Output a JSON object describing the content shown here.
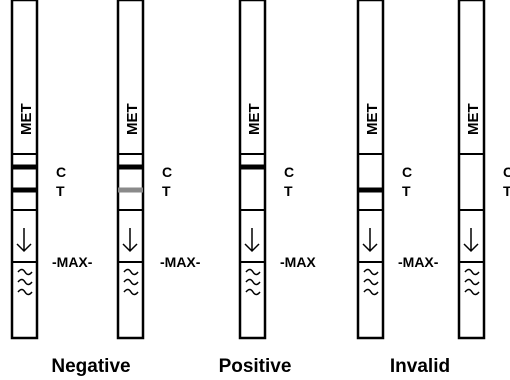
{
  "strip_text": "MET",
  "line_labels": {
    "control": "C",
    "test": "T"
  },
  "colors": {
    "line_dark": "#000000",
    "line_faint": "#8a8a8a",
    "outline": "#000000"
  },
  "strips": [
    {
      "control": true,
      "test": "dark"
    },
    {
      "control": true,
      "test": "faint"
    },
    {
      "control": true,
      "test": "none"
    },
    {
      "control": false,
      "test": "dark"
    },
    {
      "control": false,
      "test": "none"
    }
  ],
  "max_labels": [
    "-MAX-",
    "-MAX-",
    "-MAX",
    "-MAX-"
  ],
  "group_labels": [
    "Negative",
    "Positive",
    "Invalid"
  ]
}
